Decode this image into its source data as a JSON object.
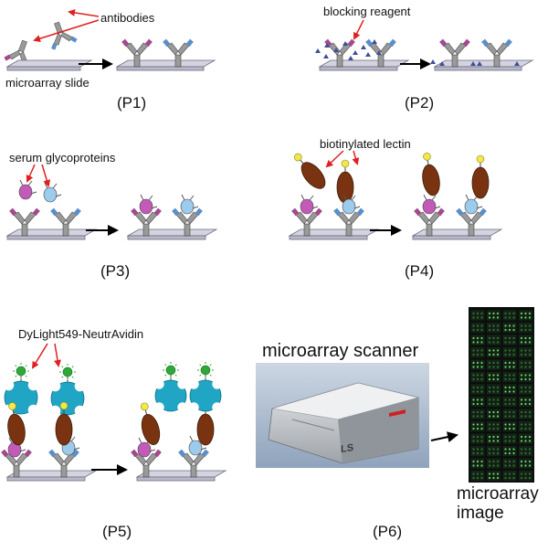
{
  "panels": [
    {
      "id": "P1",
      "label": "(P1)",
      "annotations": [
        "antibodies",
        "microarray slide"
      ]
    },
    {
      "id": "P2",
      "label": "(P2)",
      "annotations": [
        "blocking reagent"
      ]
    },
    {
      "id": "P3",
      "label": "(P3)",
      "annotations": [
        "serum glycoproteins"
      ]
    },
    {
      "id": "P4",
      "label": "(P4)",
      "annotations": [
        "biotinylated lectin"
      ]
    },
    {
      "id": "P5",
      "label": "(P5)",
      "annotations": [
        "DyLight549-NeutrAvidin"
      ]
    },
    {
      "id": "P6",
      "label": "(P6)",
      "annotations": [
        "microarray scanner",
        "microarray",
        "image"
      ]
    }
  ],
  "scanner_brand": "LS",
  "colors": {
    "antibody_purple": "#a34a8e",
    "antibody_blue": "#5b8fc9",
    "antibody_gray": "#8c8c8c",
    "slide": "#b9b9c9",
    "blocking": "#3d4f9a",
    "glycoprotein_pink": "#c25ab8",
    "glycoprotein_blue": "#9ccbeb",
    "lectin": "#7a3310",
    "biotin": "#f2e84a",
    "avidin": "#20a6c4",
    "dye": "#2ea838",
    "arrow_red": "#e02020",
    "arrow_black": "#000000"
  }
}
